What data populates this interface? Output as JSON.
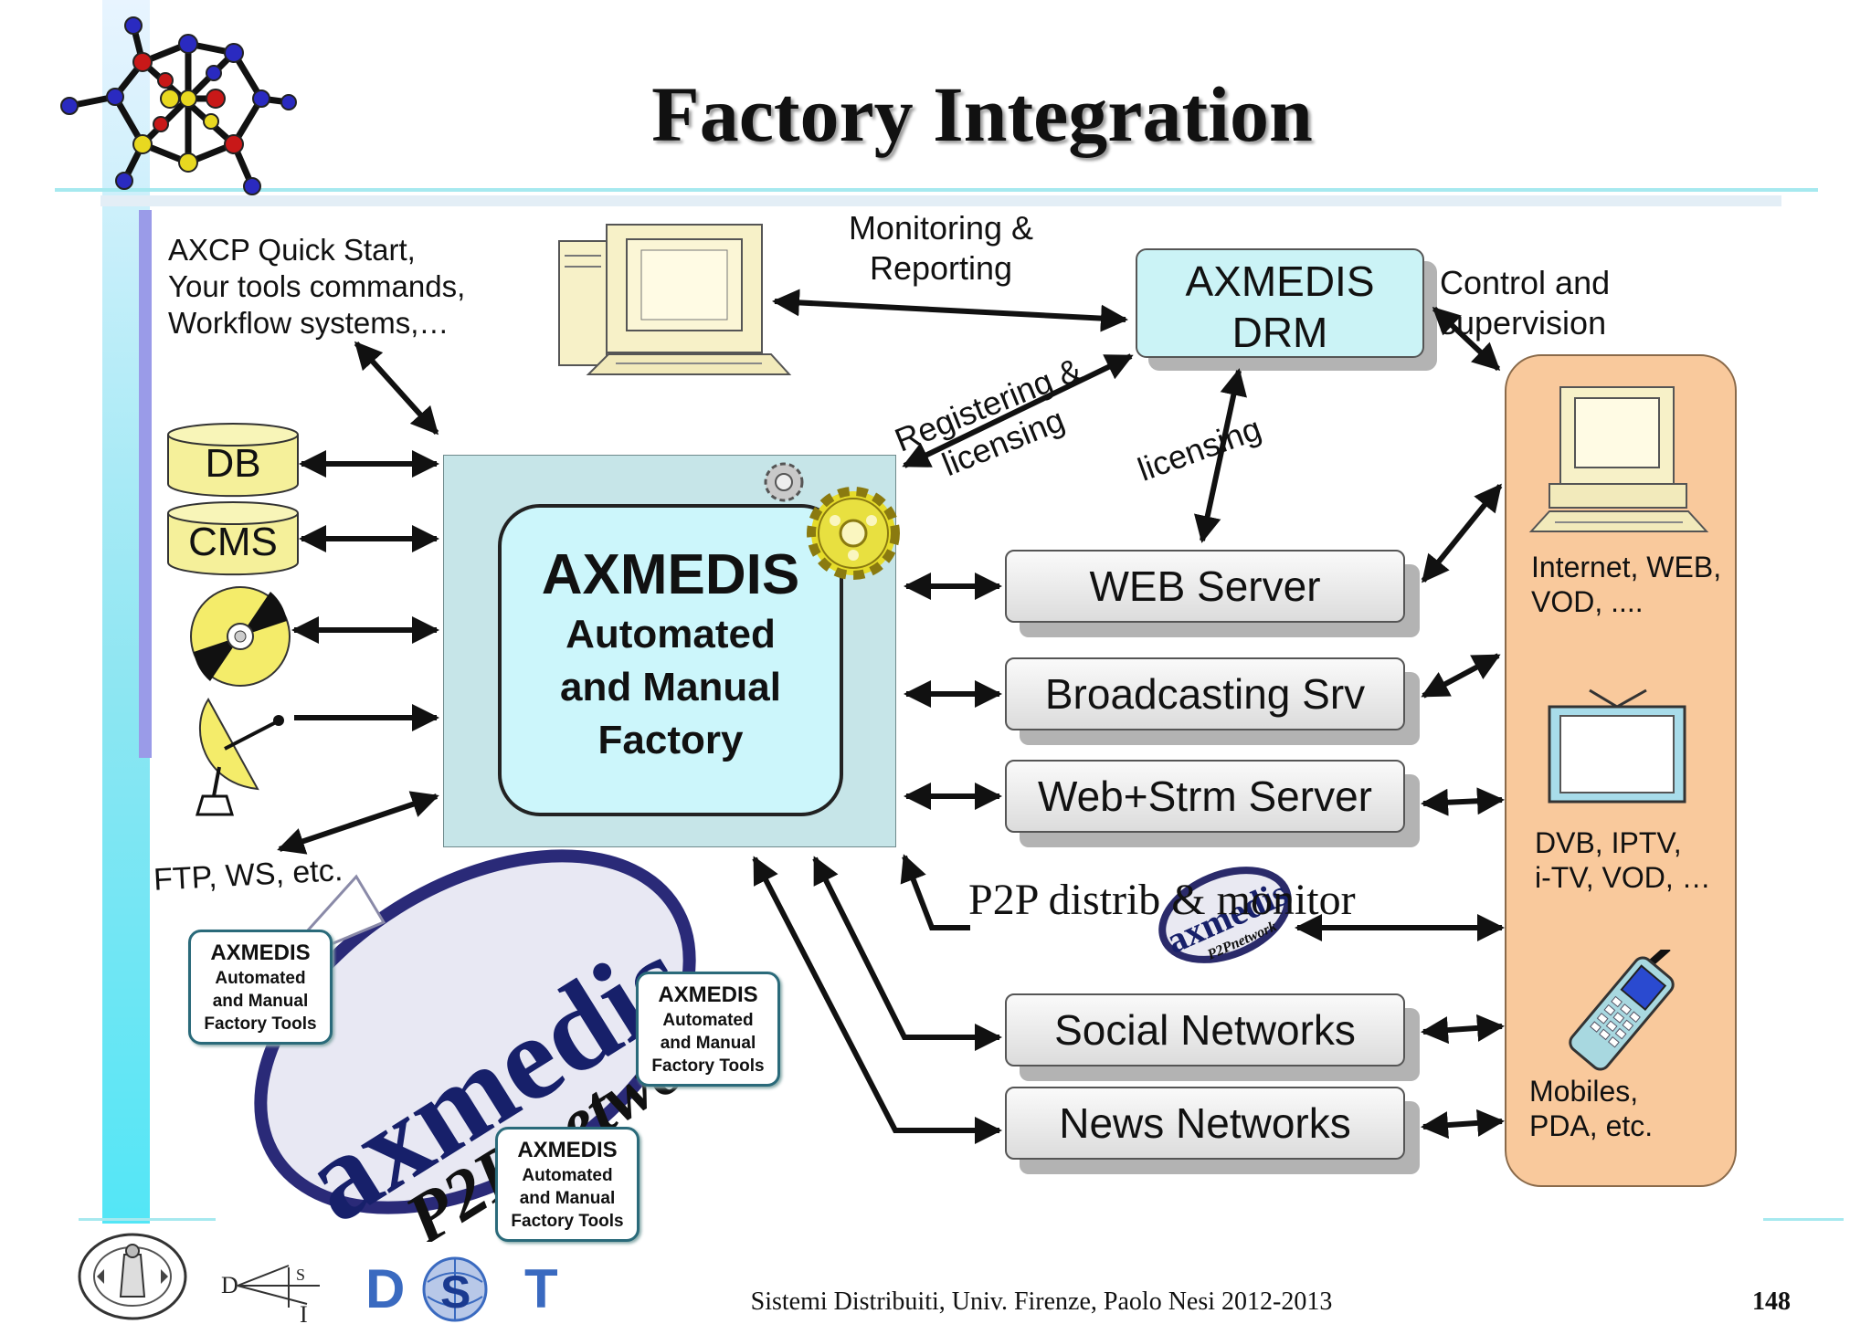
{
  "slide": {
    "title": "Factory Integration",
    "footer": "Sistemi Distribuiti, Univ. Firenze, Paolo Nesi 2012-2013",
    "page_number": "148"
  },
  "diagram": {
    "axcp_text": {
      "line1": "AXCP Quick Start,",
      "line2": "Your tools commands,",
      "line3": "Workflow systems,…"
    },
    "monitoring": {
      "line1": "Monitoring &",
      "line2": "Reporting"
    },
    "drm": {
      "line1": "AXMEDIS",
      "line2": "DRM"
    },
    "control": {
      "line1": "Control and",
      "line2": "supervision"
    },
    "registering": {
      "line1": "Registering &",
      "line2": "licensing"
    },
    "licensing": "licensing",
    "sources": {
      "db": "DB",
      "cms": "CMS",
      "ftp": "FTP, WS, etc."
    },
    "factory": {
      "title": "AXMEDIS",
      "line1": "Automated",
      "line2": "and Manual",
      "line3": "Factory"
    },
    "servers": [
      {
        "label": "WEB Server"
      },
      {
        "label": "Broadcasting Srv"
      },
      {
        "label": "Web+Strm Server"
      },
      {
        "label": "Social Networks"
      },
      {
        "label": "News Networks"
      }
    ],
    "p2p_distrib": "P2P distrib & monitor",
    "clients": {
      "internet": {
        "line1": "Internet, WEB,",
        "line2": "VOD, ...."
      },
      "dvb": {
        "line1": "DVB, IPTV,",
        "line2": "i-TV, VOD, …"
      },
      "mobiles": {
        "line1": "Mobiles,",
        "line2": "PDA, etc."
      }
    },
    "p2p_logo": {
      "brand": "axmedis",
      "subtitle": "P2P network"
    },
    "tool_card": {
      "title": "AXMEDIS",
      "line1": "Automated",
      "line2": "and Manual",
      "line3": "Factory Tools"
    },
    "small_logo": {
      "brand": "axmedis",
      "subtitle": "P2Pnetwork"
    },
    "footer_logos": {
      "dsi": "DSI",
      "dist_letters": "D  T"
    }
  },
  "colors": {
    "factory_bg": "#c6e5e8",
    "factory_inner": "#ccf6fb",
    "drm_bg": "#cbf3f6",
    "client_panel": "#f9c99c",
    "cylinder": "#f5f09a",
    "brand_red": "#d0102a",
    "brand_navy": "#17206a"
  }
}
